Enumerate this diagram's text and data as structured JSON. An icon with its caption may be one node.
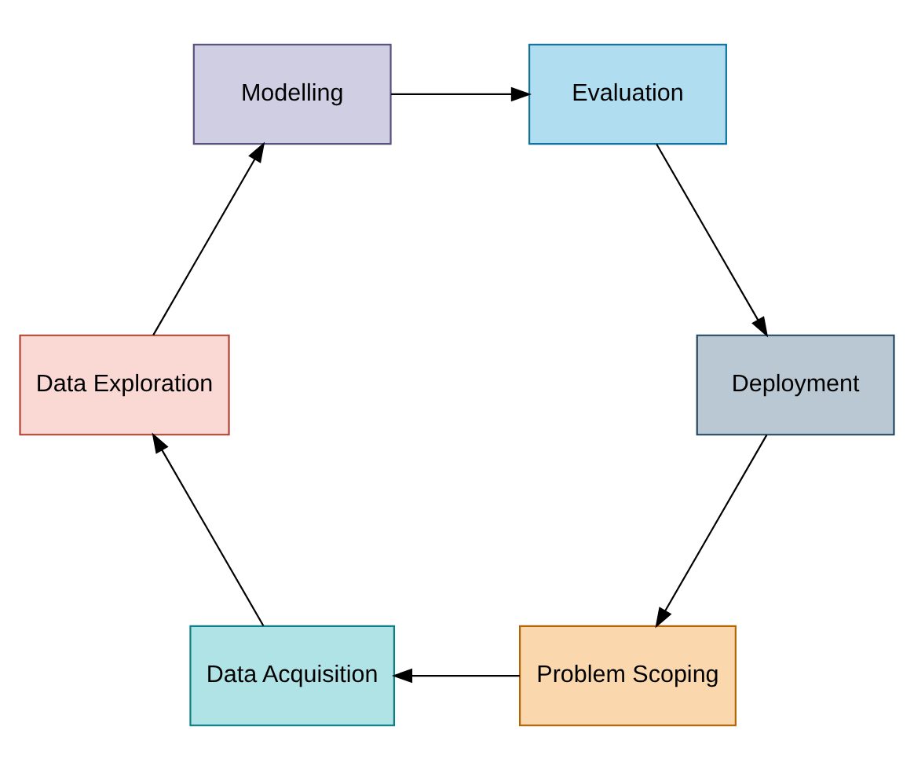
{
  "diagram": {
    "nodes": [
      {
        "text": [
          "Problem Scoping"
        ]
      },
      {
        "text": [
          "Data Acquisition"
        ]
      },
      {
        "text": [
          "Data Exploration"
        ]
      },
      {
        "text": [
          "Modelling"
        ]
      },
      {
        "text": [
          "Evaluation"
        ]
      },
      {
        "text": [
          "Deployment"
        ]
      }
    ],
    "edges": [
      {
        "from": 0,
        "to": 1,
        "arrow": "to"
      },
      {
        "from": 1,
        "to": 2,
        "arrow": "to"
      },
      {
        "from": 2,
        "to": 3,
        "arrow": "to"
      },
      {
        "from": 3,
        "to": 4,
        "arrow": "to"
      },
      {
        "from": 4,
        "to": 5,
        "arrow": "to"
      },
      {
        "from": 5,
        "to": 0,
        "arrow": "to"
      }
    ]
  }
}
